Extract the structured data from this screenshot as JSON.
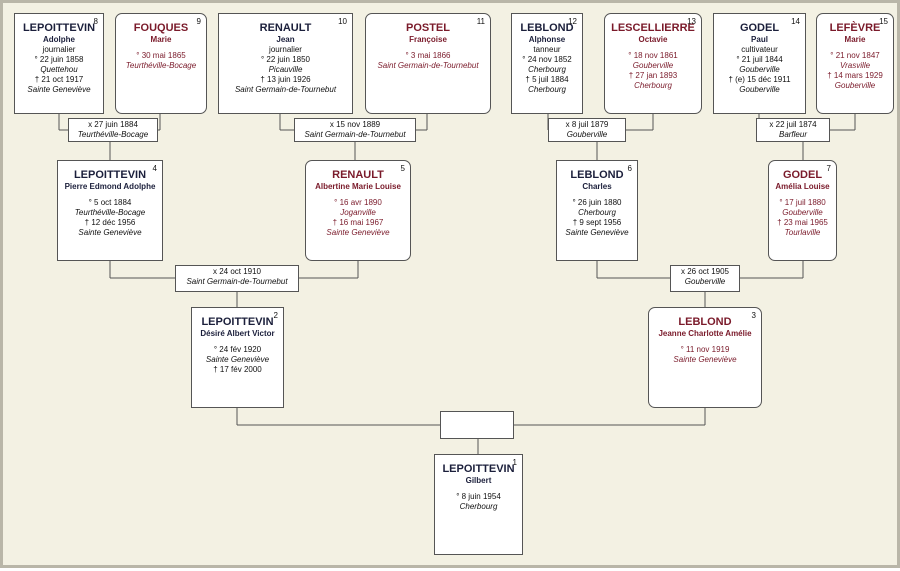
{
  "persons": [
    {
      "id": "1",
      "sn": "LEPOITTEVIN",
      "gn": "Gilbert",
      "oc": "",
      "sex": "m",
      "ev": [
        "° 8 juin 1954",
        "Cherbourg"
      ]
    },
    {
      "id": "2",
      "sn": "LEPOITTEVIN",
      "gn": "Désiré Albert Victor",
      "oc": "",
      "sex": "m",
      "ev": [
        "° 24 fév 1920",
        "Sainte Geneviève",
        "† 17 fév 2000"
      ]
    },
    {
      "id": "3",
      "sn": "LEBLOND",
      "gn": "Jeanne Charlotte Amélie",
      "oc": "",
      "sex": "f",
      "ev": [
        "° 11 nov 1919",
        "Sainte Geneviève"
      ]
    },
    {
      "id": "4",
      "sn": "LEPOITTEVIN",
      "gn": "Pierre Edmond Adolphe",
      "oc": "",
      "sex": "m",
      "ev": [
        "° 5 oct 1884",
        "Teurthéville-Bocage",
        "† 12 déc 1956",
        "Sainte Geneviève"
      ]
    },
    {
      "id": "5",
      "sn": "RENAULT",
      "gn": "Albertine Marie Louise",
      "oc": "",
      "sex": "f",
      "ev": [
        "° 16 avr 1890",
        "Joganville",
        "† 16 mai 1967",
        "Sainte Geneviève"
      ]
    },
    {
      "id": "6",
      "sn": "LEBLOND",
      "gn": "Charles",
      "oc": "",
      "sex": "m",
      "ev": [
        "° 26 juin 1880",
        "Cherbourg",
        "† 9 sept 1956",
        "Sainte Geneviève"
      ]
    },
    {
      "id": "7",
      "sn": "GODEL",
      "gn": "Amélia Louise",
      "oc": "",
      "sex": "f",
      "ev": [
        "° 17 juil 1880",
        "Gouberville",
        "† 23 mai 1965",
        "Tourlaville"
      ]
    },
    {
      "id": "8",
      "sn": "LEPOITTEVIN",
      "gn": "Adolphe",
      "oc": "journalier",
      "sex": "m",
      "ev": [
        "° 22 juin 1858",
        "Quettehou",
        "† 21 oct 1917",
        "Sainte Geneviève"
      ]
    },
    {
      "id": "9",
      "sn": "FOUQUES",
      "gn": "Marie",
      "oc": "",
      "sex": "f",
      "ev": [
        "° 30 mai 1865",
        "Teurthéville-Bocage"
      ]
    },
    {
      "id": "10",
      "sn": "RENAULT",
      "gn": "Jean",
      "oc": "journalier",
      "sex": "m",
      "ev": [
        "° 22 juin 1850",
        "Picauville",
        "† 13 juin 1926",
        "Saint Germain-de-Tournebut"
      ]
    },
    {
      "id": "11",
      "sn": "POSTEL",
      "gn": "Françoise",
      "oc": "",
      "sex": "f",
      "ev": [
        "° 3 mai 1866",
        "Saint Germain-de-Tournebut"
      ]
    },
    {
      "id": "12",
      "sn": "LEBLOND",
      "gn": "Alphonse",
      "oc": "tanneur",
      "sex": "m",
      "ev": [
        "° 24 nov 1852",
        "Cherbourg",
        "† 5 juil 1884",
        "Cherbourg"
      ]
    },
    {
      "id": "13",
      "sn": "LESCELLIERRE",
      "gn": "Octavie",
      "oc": "",
      "sex": "f",
      "ev": [
        "° 18 nov 1861",
        "Gouberville",
        "† 27 jan 1893",
        "Cherbourg"
      ]
    },
    {
      "id": "14",
      "sn": "GODEL",
      "gn": "Paul",
      "oc": "cultivateur",
      "sex": "m",
      "ev": [
        "° 21 juil 1844",
        "Gouberville",
        "† (e) 15 déc 1911",
        "Gouberville"
      ]
    },
    {
      "id": "15",
      "sn": "LEFÈVRE",
      "gn": "Marie",
      "oc": "",
      "sex": "f",
      "ev": [
        "° 21 nov 1847",
        "Vrasville",
        "† 14 mars 1929",
        "Gouberville"
      ]
    }
  ],
  "marriages": [
    {
      "of": "8-9",
      "date": "x 27 juin 1884",
      "place": "Teurthéville-Bocage"
    },
    {
      "of": "10-11",
      "date": "x 15 nov 1889",
      "place": "Saint Germain-de-Tournebut"
    },
    {
      "of": "12-13",
      "date": "x 8 juil 1879",
      "place": "Gouberville"
    },
    {
      "of": "14-15",
      "date": "x 22 juil 1874",
      "place": "Barfleur"
    },
    {
      "of": "4-5",
      "date": "x 24 oct 1910",
      "place": "Saint Germain-de-Tournebut"
    },
    {
      "of": "6-7",
      "date": "x 26 oct 1905",
      "place": "Gouberville"
    }
  ]
}
